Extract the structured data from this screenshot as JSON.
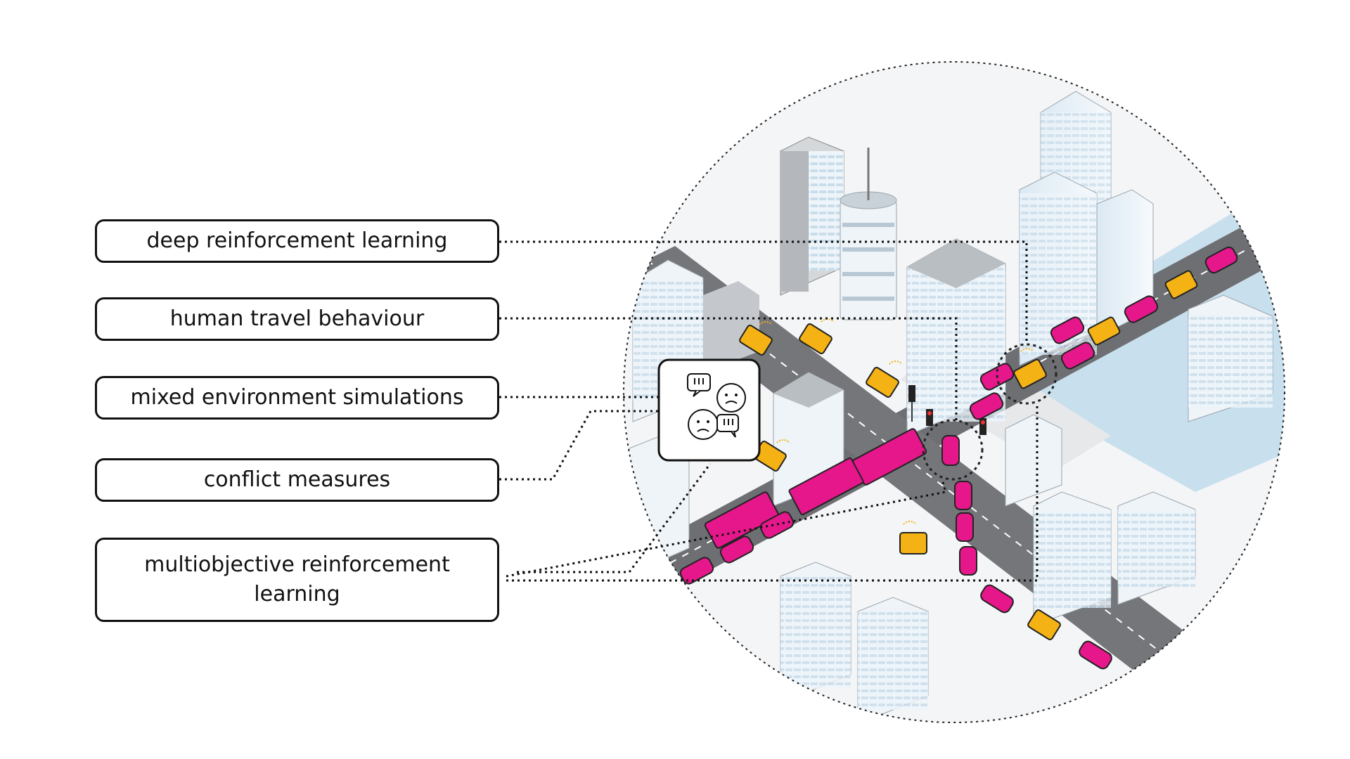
{
  "labels": [
    {
      "text": "deep reinforcement learning"
    },
    {
      "text": "human travel behaviour"
    },
    {
      "text": "mixed environment simulations"
    },
    {
      "text": "conflict measures"
    },
    {
      "text": "multiobjective reinforcement learning"
    }
  ],
  "vehicle_colors": {
    "private_car": "#e6178b",
    "automated_shuttle": "#f4b214"
  },
  "icons": {
    "people": "arguing-people-icon",
    "signal": "wireless-signal-icon"
  }
}
